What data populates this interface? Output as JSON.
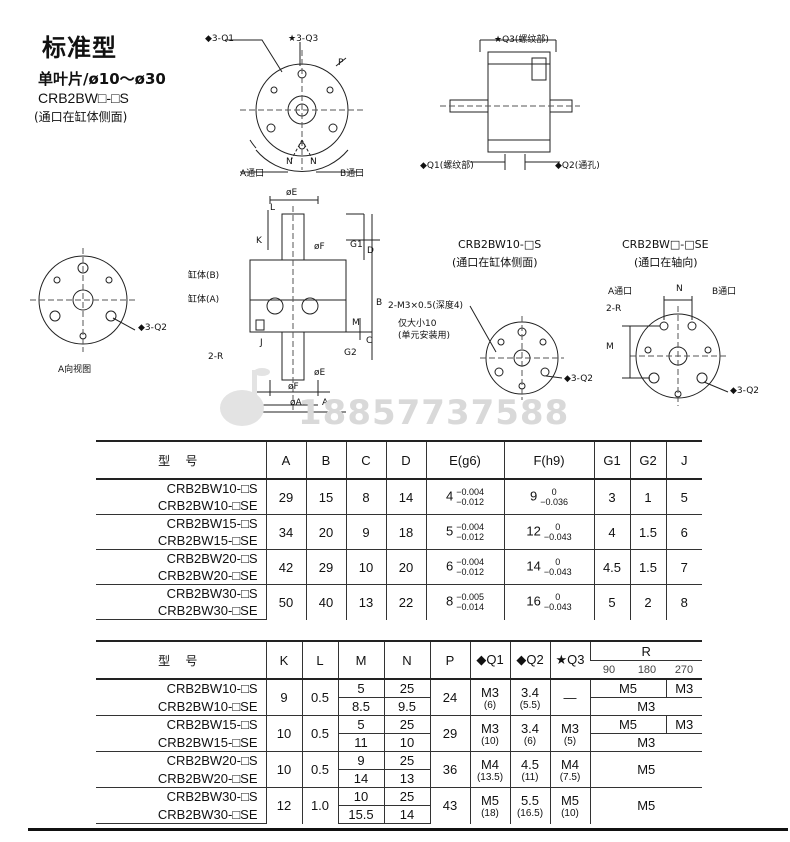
{
  "header": {
    "title": "标准型",
    "line1": "单叶片/ø10～ø30",
    "line2": "CRB2BW□-□S",
    "line3": "(通口在缸体侧面)"
  },
  "diagram": {
    "top_left": {
      "q1": "◆3-Q1",
      "q3": "★3-Q3",
      "p": "P",
      "n1": "N",
      "n2": "N",
      "a_port": "A通口",
      "b_port": "B通口"
    },
    "top_right": {
      "q3": "★Q3(螺纹部)",
      "q1": "◆Q1(螺纹部)",
      "q2": "◆Q2(通孔)"
    },
    "mid_left": {
      "q2": "◆3-Q2",
      "caption": "A向视图"
    },
    "mid_center": {
      "oe": "øE",
      "l": "L",
      "k": "K",
      "of": "øF",
      "g1": "G1",
      "d": "D",
      "body_b": "缸体(B)",
      "body_a": "缸体(A)",
      "b": "B",
      "m": "M",
      "two_r": "2-R",
      "j": "J",
      "g2": "G2",
      "c": "C",
      "oe2": "øE",
      "of2": "øF",
      "oa": "øA",
      "a": "A"
    },
    "mid_right1": {
      "title": "CRB2BW10-□S",
      "sub": "(通口在缸体侧面)",
      "m3": "2-M3×0.5(深度4)",
      "note1": "仅大小10",
      "note2": "(单元安装用)",
      "q2": "◆3-Q2"
    },
    "mid_right2": {
      "title": "CRB2BW□-□SE",
      "sub": "(通口在轴向)",
      "a_port": "A通口",
      "n": "N",
      "b_port": "B通口",
      "two_r": "2-R",
      "m": "M",
      "q2": "◆3-Q2"
    },
    "watermark_phone": "18857737588"
  },
  "table1": {
    "headers": [
      "型 号",
      "A",
      "B",
      "C",
      "D",
      "E(g6)",
      "F(h9)",
      "G1",
      "G2",
      "J"
    ],
    "groups": [
      {
        "models": [
          "CRB2BW10-□S",
          "CRB2BW10-□SE"
        ],
        "A": "29",
        "B": "15",
        "C": "8",
        "D": "14",
        "E": "4",
        "E_up": "−0.004",
        "E_lo": "−0.012",
        "F": "9",
        "F_up": "0",
        "F_lo": "−0.036",
        "G1": "3",
        "G2": "1",
        "J": "5"
      },
      {
        "models": [
          "CRB2BW15-□S",
          "CRB2BW15-□SE"
        ],
        "A": "34",
        "B": "20",
        "C": "9",
        "D": "18",
        "E": "5",
        "E_up": "−0.004",
        "E_lo": "−0.012",
        "F": "12",
        "F_up": "0",
        "F_lo": "−0.043",
        "G1": "4",
        "G2": "1.5",
        "J": "6"
      },
      {
        "models": [
          "CRB2BW20-□S",
          "CRB2BW20-□SE"
        ],
        "A": "42",
        "B": "29",
        "C": "10",
        "D": "20",
        "E": "6",
        "E_up": "−0.004",
        "E_lo": "−0.012",
        "F": "14",
        "F_up": "0",
        "F_lo": "−0.043",
        "G1": "4.5",
        "G2": "1.5",
        "J": "7"
      },
      {
        "models": [
          "CRB2BW30-□S",
          "CRB2BW30-□SE"
        ],
        "A": "50",
        "B": "40",
        "C": "13",
        "D": "22",
        "E": "8",
        "E_up": "−0.005",
        "E_lo": "−0.014",
        "F": "16",
        "F_up": "0",
        "F_lo": "−0.043",
        "G1": "5",
        "G2": "2",
        "J": "8"
      }
    ]
  },
  "table2": {
    "headers": [
      "型 号",
      "K",
      "L",
      "M",
      "N",
      "P",
      "◆Q1",
      "◆Q2",
      "★Q3",
      "R"
    ],
    "r_sub": [
      "90",
      "180",
      "270"
    ],
    "groups": [
      {
        "models": [
          "CRB2BW10-□S",
          "CRB2BW10-□SE"
        ],
        "K": "9",
        "L": "0.5",
        "M": [
          "5",
          "8.5"
        ],
        "N": [
          "25",
          "9.5"
        ],
        "P": "24",
        "Q1": "M3",
        "Q1s": "(6)",
        "Q2": "3.4",
        "Q2s": "(5.5)",
        "Q3": "—",
        "R1a": "M5",
        "R1b": "M3",
        "R2": "M3"
      },
      {
        "models": [
          "CRB2BW15-□S",
          "CRB2BW15-□SE"
        ],
        "K": "10",
        "L": "0.5",
        "M": [
          "5",
          "11"
        ],
        "N": [
          "25",
          "10"
        ],
        "P": "29",
        "Q1": "M3",
        "Q1s": "(10)",
        "Q2": "3.4",
        "Q2s": "(6)",
        "Q3": "M3",
        "Q3s": "(5)",
        "R1a": "M5",
        "R1b": "M3",
        "R2": "M3"
      },
      {
        "models": [
          "CRB2BW20-□S",
          "CRB2BW20-□SE"
        ],
        "K": "10",
        "L": "0.5",
        "M": [
          "9",
          "14"
        ],
        "N": [
          "25",
          "13"
        ],
        "P": "36",
        "Q1": "M4",
        "Q1s": "(13.5)",
        "Q2": "4.5",
        "Q2s": "(11)",
        "Q3": "M4",
        "Q3s": "(7.5)",
        "R": "M5"
      },
      {
        "models": [
          "CRB2BW30-□S",
          "CRB2BW30-□SE"
        ],
        "K": "12",
        "L": "1.0",
        "M": [
          "10",
          "15.5"
        ],
        "N": [
          "25",
          "14"
        ],
        "P": "43",
        "Q1": "M5",
        "Q1s": "(18)",
        "Q2": "5.5",
        "Q2s": "(16.5)",
        "Q3": "M5",
        "Q3s": "(10)",
        "R": "M5"
      }
    ]
  }
}
